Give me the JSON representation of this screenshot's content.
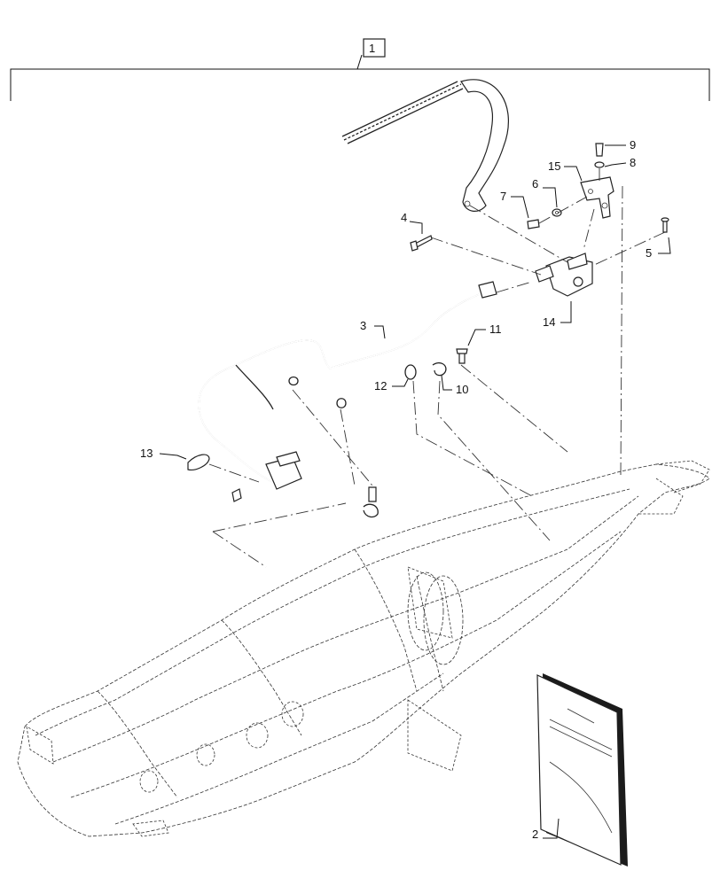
{
  "diagram": {
    "assembly_callout": "1",
    "callouts": [
      {
        "id": "c2",
        "label": "2"
      },
      {
        "id": "c3",
        "label": "3"
      },
      {
        "id": "c4",
        "label": "4"
      },
      {
        "id": "c5",
        "label": "5"
      },
      {
        "id": "c6",
        "label": "6"
      },
      {
        "id": "c7",
        "label": "7"
      },
      {
        "id": "c8",
        "label": "8"
      },
      {
        "id": "c9",
        "label": "9"
      },
      {
        "id": "c10",
        "label": "10"
      },
      {
        "id": "c11",
        "label": "11"
      },
      {
        "id": "c12",
        "label": "12"
      },
      {
        "id": "c13",
        "label": "13"
      },
      {
        "id": "c14",
        "label": "14"
      },
      {
        "id": "c15",
        "label": "15"
      }
    ]
  }
}
